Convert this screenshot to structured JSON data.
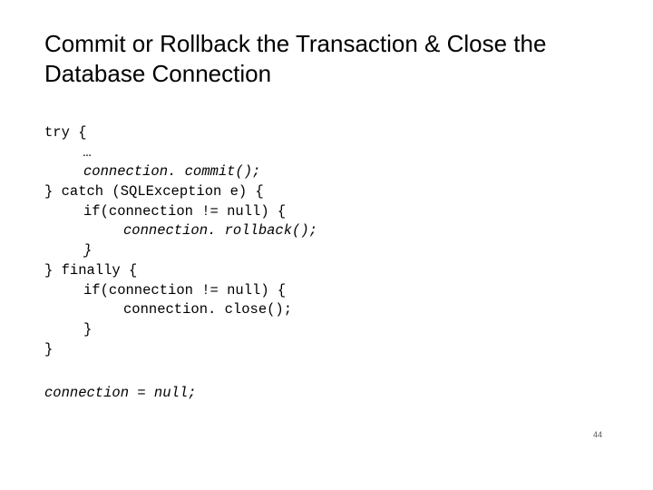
{
  "slide": {
    "title_lines": [
      "Commit or Rollback the Transaction & Close the",
      "Database Connection"
    ],
    "code_lines": [
      "try {",
      "…",
      "connection. commit();",
      "} catch (SQLException e) {",
      "if(connection != null) {",
      "connection. rollback();",
      "}",
      "} finally {",
      "if(connection != null) {",
      "connection. close();",
      "}",
      "}",
      "connection = null;"
    ],
    "page_number": "44"
  }
}
